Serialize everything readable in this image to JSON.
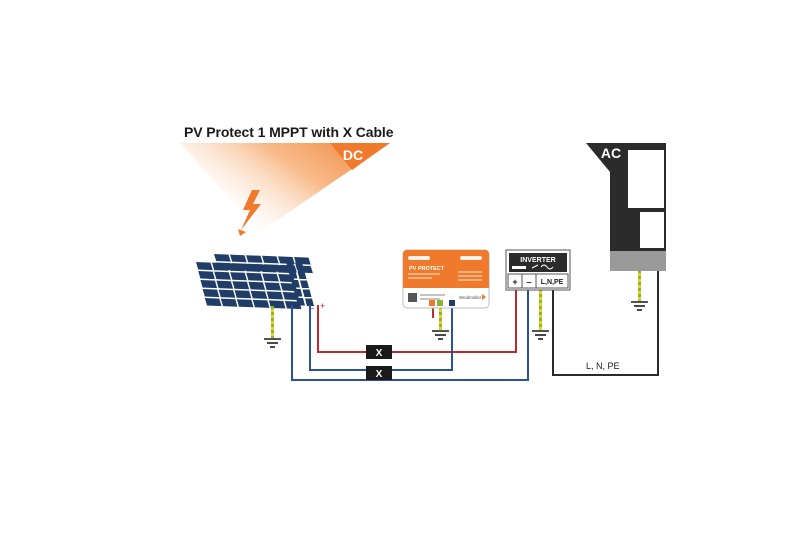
{
  "title": "PV Protect 1 MPPT with X Cable",
  "dc_label": "DC",
  "ac_label": "AC",
  "device": {
    "name": "PV PROTECT",
    "brand": "Weidmüller"
  },
  "inverter": {
    "name": "INVERTER",
    "plus": "+",
    "minus": "–",
    "grid": "L,N,PE"
  },
  "panel_terminals": {
    "minus": "–",
    "plus": "+"
  },
  "connector_label": "X",
  "ac_line_label": "L, N, PE",
  "colors": {
    "orange": "#f07a2c",
    "navy": "#1f3d66",
    "red": "#c0282b",
    "blue": "#2a50a0",
    "ground_green": "#86b833",
    "ground_yellow": "#e8d21d",
    "dark": "#2b2b2b"
  }
}
